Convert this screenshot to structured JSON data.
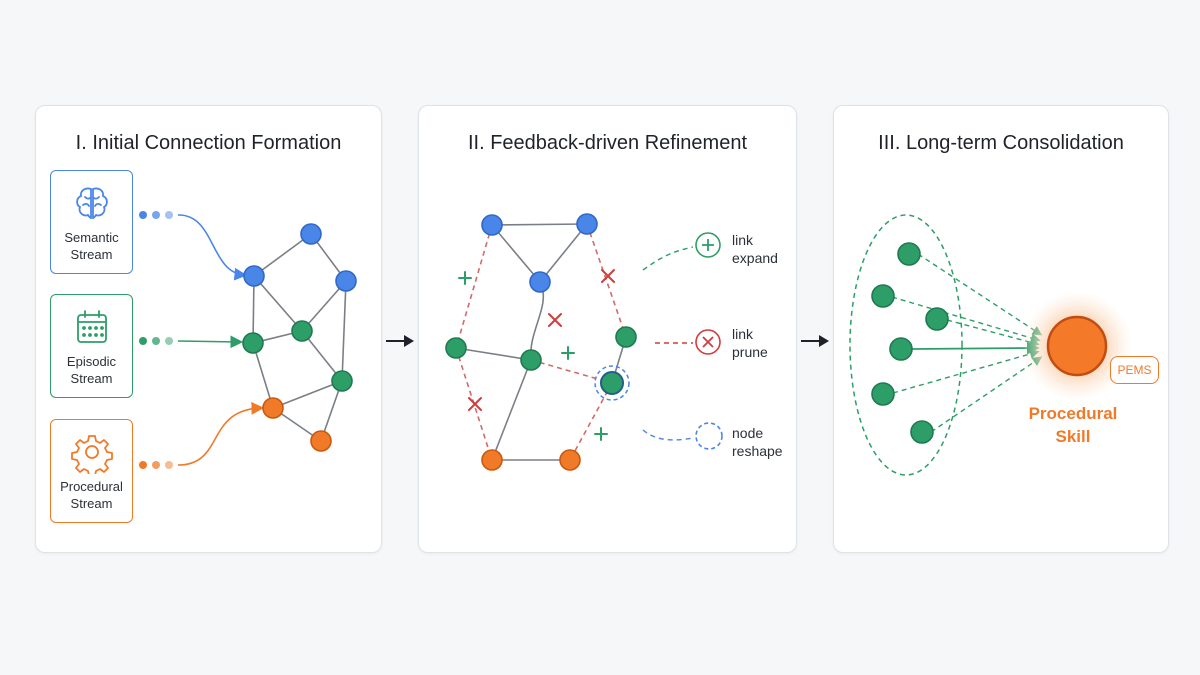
{
  "panels": [
    {
      "title": "I. Initial  Connection Formation"
    },
    {
      "title": "II. Feedback-driven Refinement"
    },
    {
      "title": "III. Long-term Consolidation"
    }
  ],
  "streams": [
    {
      "label_line1": "Semantic",
      "label_line2": "Stream",
      "color": "#4a86e8",
      "icon": "brain-icon"
    },
    {
      "label_line1": "Episodic",
      "label_line2": "Stream",
      "color": "#2e9e68",
      "icon": "calendar-icon"
    },
    {
      "label_line1": "Procedural",
      "label_line2": "Stream",
      "color": "#f07a28",
      "icon": "gear-icon"
    }
  ],
  "legend": [
    {
      "line1": "link",
      "line2": "expand",
      "color": "#2e9e68",
      "symbol": "plus-icon"
    },
    {
      "line1": "link",
      "line2": "prune",
      "color": "#d23c3c",
      "symbol": "cross-icon"
    },
    {
      "line1": "node",
      "line2": "reshape",
      "color": "#4a86e8",
      "symbol": "dashed-circle-icon"
    }
  ],
  "consolidation": {
    "skill_line1": "Procedural",
    "skill_line2": "Skill",
    "badge": "PEMS"
  },
  "colors": {
    "semantic": "#4a86e8",
    "episodic": "#2e9e68",
    "procedural": "#f07a28",
    "prune": "#d23c3c",
    "edge": "#7a7f87"
  }
}
